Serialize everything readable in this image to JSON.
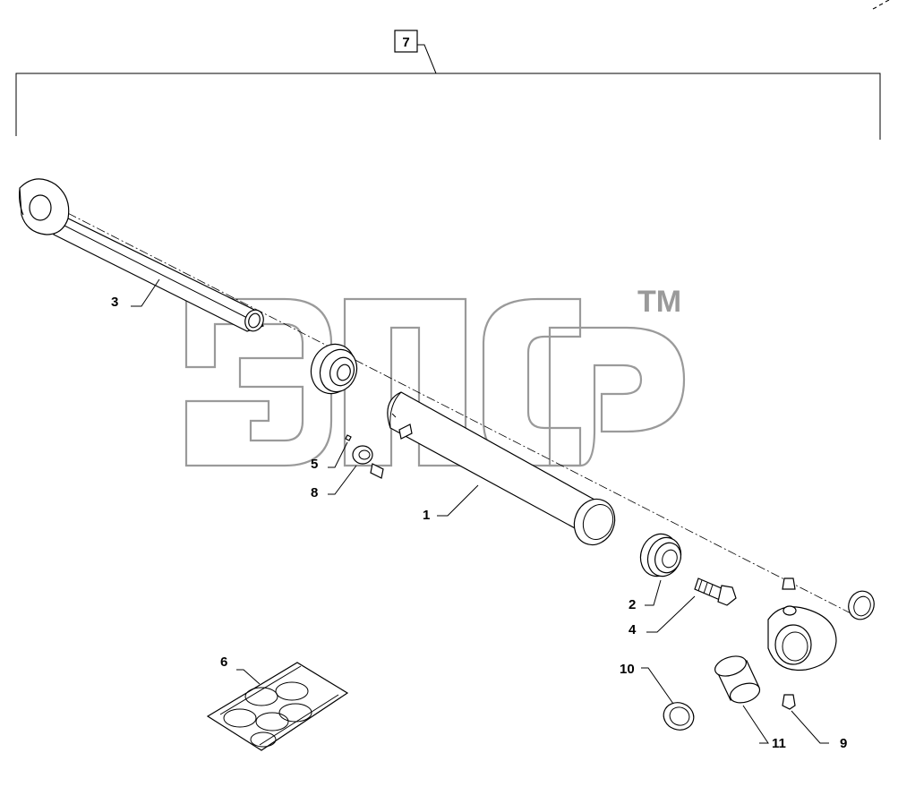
{
  "diagram": {
    "assembly_label": "7",
    "callouts": [
      "1",
      "2",
      "3",
      "4",
      "5",
      "6",
      "8",
      "9",
      "10",
      "11"
    ],
    "watermark_tm": "TM"
  }
}
